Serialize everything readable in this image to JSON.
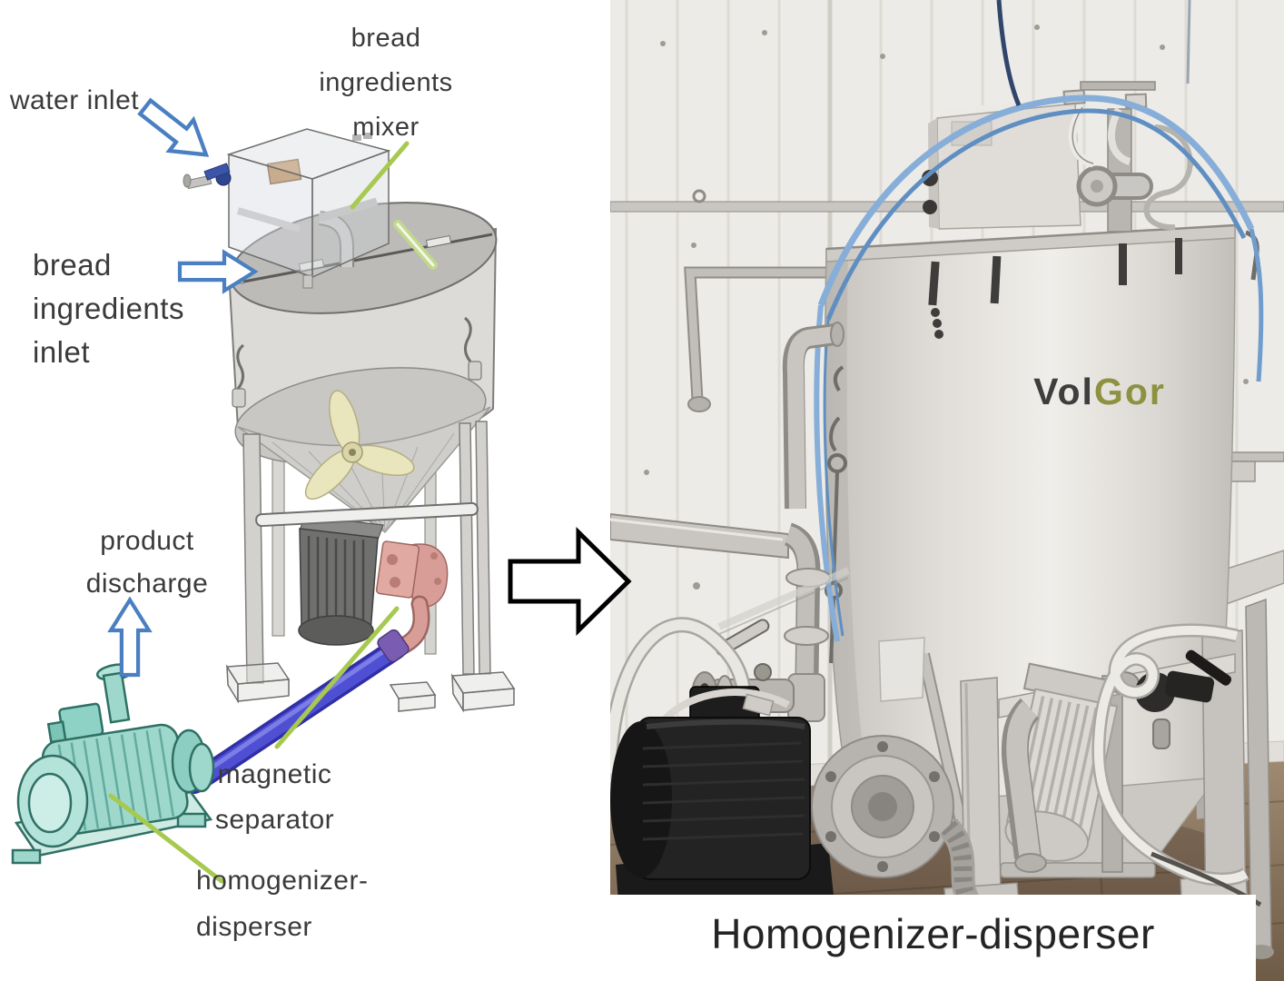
{
  "diagram": {
    "labels": {
      "water_inlet": "water inlet",
      "mixer": [
        "bread",
        "ingredients",
        "mixer"
      ],
      "inlet": [
        "bread",
        "ingredients",
        "inlet"
      ],
      "discharge": [
        "product",
        "discharge"
      ],
      "separator": [
        "magnetic",
        "separator"
      ],
      "homogenizer": [
        "homogenizer-",
        "disperser"
      ]
    },
    "colors": {
      "label_text": "#3a3a3a",
      "arrow_outline_blue": "#4a7fc1",
      "leader_line_green": "#a7c94f",
      "discharge_pipe_blue": "#4646cf",
      "pump_teal": "#9ed8cc",
      "magnetic_separator_pink": "#d99d97"
    }
  },
  "photo": {
    "tank_logo": {
      "dark_part": "Vol",
      "accent_part": "Gor",
      "dark_color": "#3e3e3e",
      "accent_color": "#8d9140"
    },
    "caption": "Homogenizer-disperser"
  }
}
